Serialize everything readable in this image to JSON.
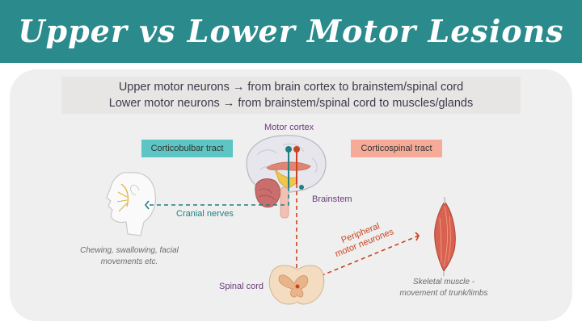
{
  "header": {
    "title": "Upper vs Lower Motor Lesions"
  },
  "definitions": {
    "line1": "Upper motor neurons → from brain cortex to brainstem/spinal cord",
    "line2": "Lower motor neurons → from brainstem/spinal cord to muscles/glands"
  },
  "labels": {
    "motor_cortex": "Motor cortex",
    "corticobulbar": "Corticobulbar tract",
    "corticospinal": "Corticospinal tract",
    "brainstem": "Brainstem",
    "cranial_nerves": "Cranial nerves",
    "peripheral_line1": "Peripheral",
    "peripheral_line2": "motor neurones",
    "spinal_cord": "Spinal cord",
    "face_caption_1": "Chewing, swallowing, facial",
    "face_caption_2": "movements etc.",
    "muscle_caption_1": "Skeletal muscle -",
    "muscle_caption_2": "movement of trunk/limbs"
  },
  "colors": {
    "header": "#2a8a8c",
    "corticobulbar": "#5dc6c4",
    "corticospinal": "#f5ab97",
    "teal_path": "#1f7f82",
    "red_path": "#c8451f"
  },
  "icons": [
    "head-icon",
    "brain-icon",
    "spinal-cord-icon",
    "muscle-icon"
  ]
}
